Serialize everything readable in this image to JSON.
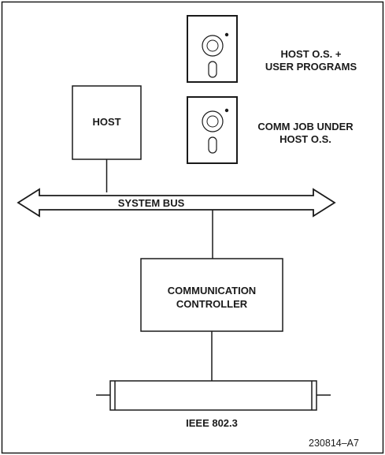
{
  "diagram": {
    "disks": [
      {
        "label_lines": [
          "HOST O.S. +",
          "USER PROGRAMS"
        ]
      },
      {
        "label_lines": [
          "COMM JOB UNDER",
          "HOST O.S."
        ]
      }
    ],
    "host": {
      "label": "HOST"
    },
    "system_bus": {
      "label": "SYSTEM BUS"
    },
    "controller": {
      "label_lines": [
        "COMMUNICATION",
        "CONTROLLER"
      ]
    },
    "network": {
      "label": "IEEE 802.3"
    },
    "figure_id": "230814–A7"
  }
}
